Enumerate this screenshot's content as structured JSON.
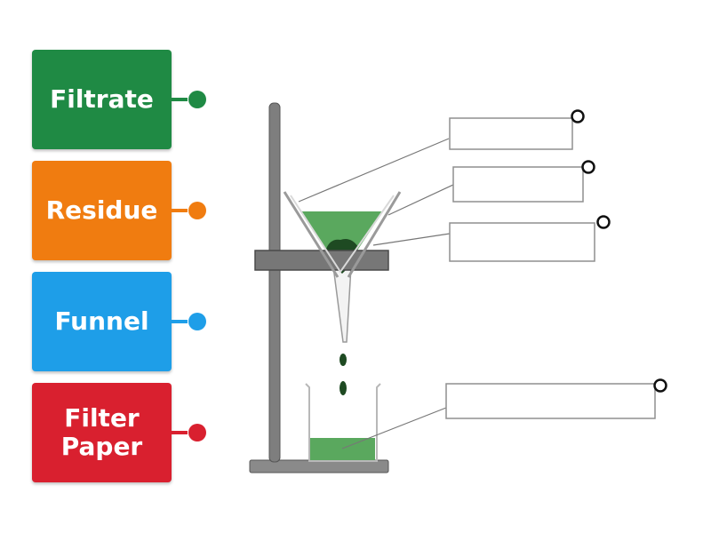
{
  "tiles": [
    {
      "label": "Filtrate",
      "color": "#1f8a44"
    },
    {
      "label": "Residue",
      "color": "#f07c10"
    },
    {
      "label": "Funnel",
      "color": "#1e9ee8"
    },
    {
      "label": "Filter\nPaper",
      "color": "#d9202f"
    }
  ],
  "apparatus": {
    "liquid_color": "#5aa85e",
    "residue_color": "#1e4a22",
    "stand_color": "#777777"
  },
  "drop_zones": 4
}
